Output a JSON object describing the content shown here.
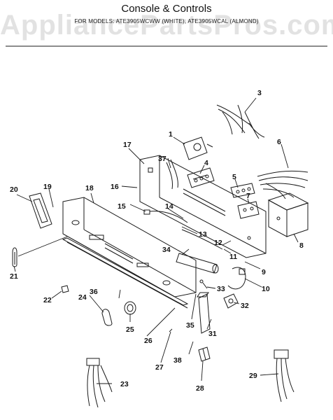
{
  "header": {
    "title": "Console & Controls",
    "subtitle": "FOR MODELS: ATE3905WCWW (WHITE), ATE3905WCAL (ALMOND)",
    "watermark": "AppliancePartsPros.com"
  },
  "colors": {
    "line": "#1a1a1a",
    "background": "#ffffff",
    "watermark": "#969696"
  },
  "callouts": [
    "1",
    "3",
    "4",
    "5",
    "6",
    "7",
    "8",
    "9",
    "10",
    "11",
    "12",
    "13",
    "14",
    "15",
    "16",
    "17",
    "18",
    "19",
    "20",
    "21",
    "22",
    "23",
    "24",
    "25",
    "26",
    "27",
    "28",
    "29",
    "31",
    "32",
    "33",
    "34",
    "35",
    "36",
    "37",
    "38"
  ]
}
